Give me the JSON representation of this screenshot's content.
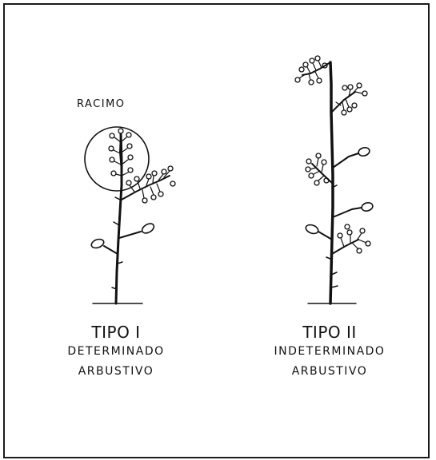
{
  "labels": {
    "racimo": "RACIMO"
  },
  "plants": [
    {
      "type_label": "TIPO I",
      "habit_line1": "DETERMINADO",
      "habit_line2": "ARBUSTIVO"
    },
    {
      "type_label": "TIPO II",
      "habit_line1": "INDETERMINADO",
      "habit_line2": "ARBUSTIVO"
    }
  ],
  "colors": {
    "ink": "#111111",
    "background": "#ffffff"
  }
}
